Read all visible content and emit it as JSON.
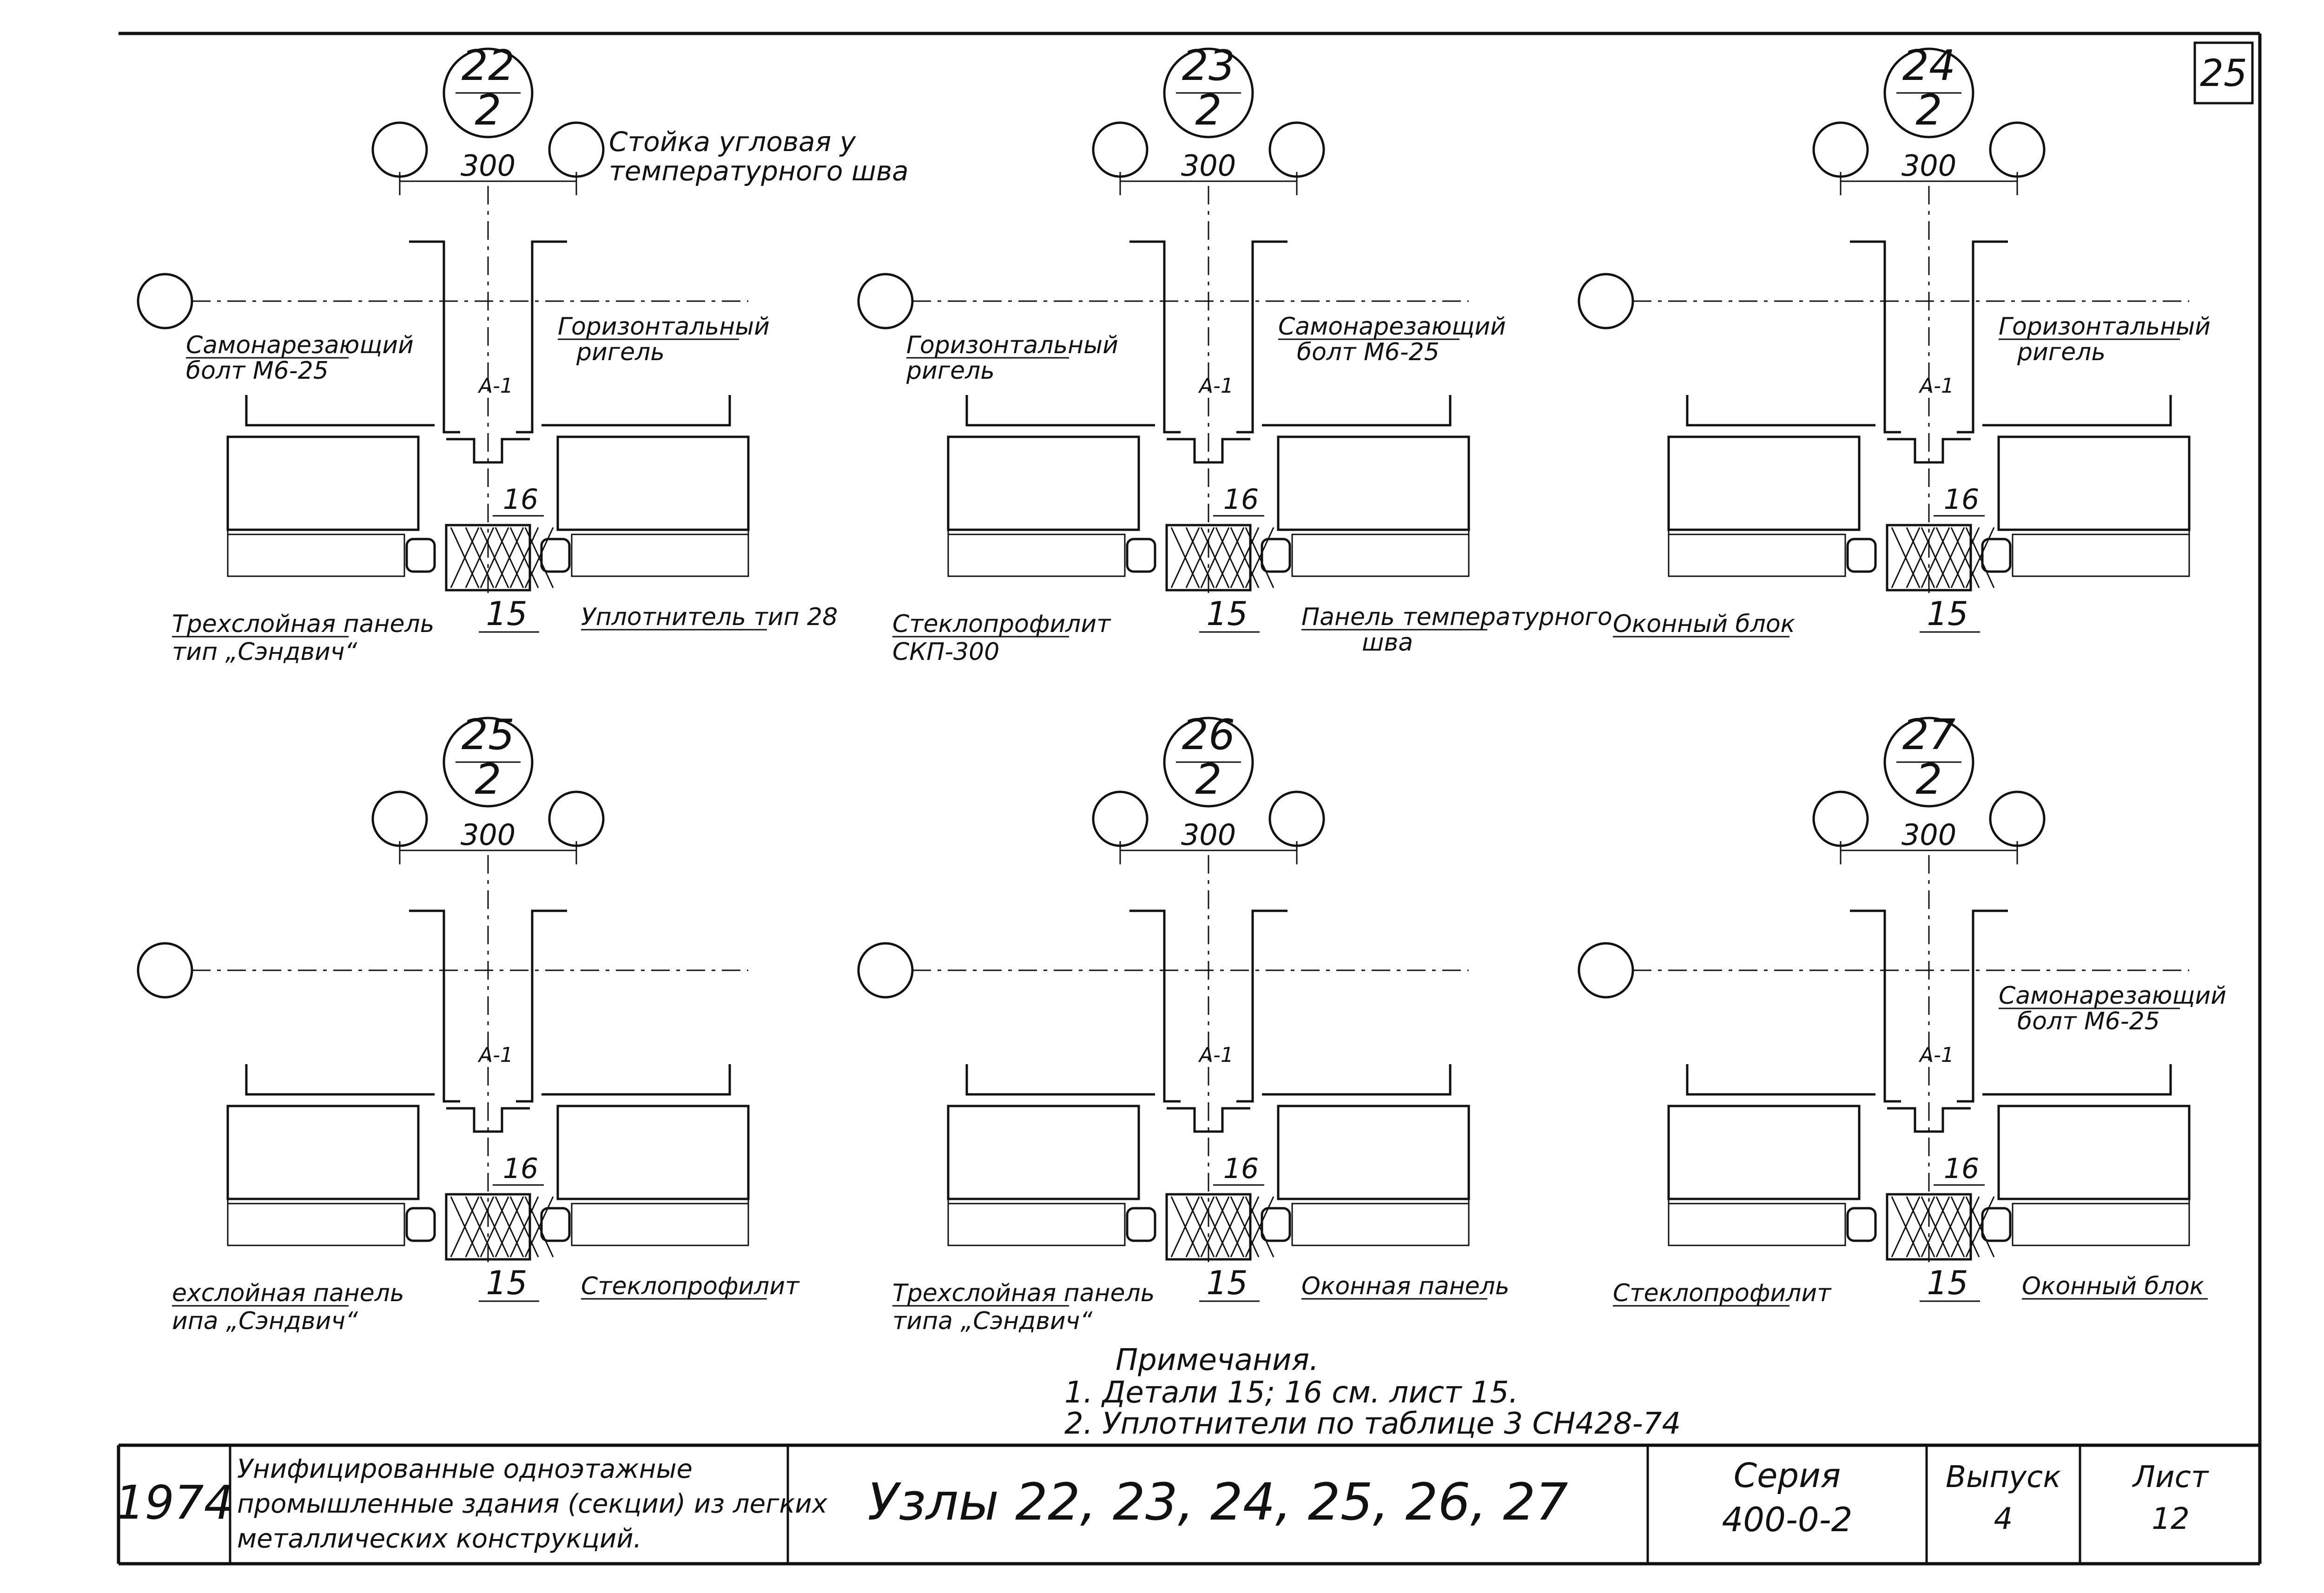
{
  "sheet": {
    "corner_number": "25",
    "border_color": "#111111",
    "paper_color": "#ffffff"
  },
  "details": [
    {
      "id": "22",
      "num": "22",
      "den": "2",
      "dim": "300",
      "weld_tag": "A-1",
      "part_a": "16",
      "part_b": "15",
      "labels": {
        "tl1": "Самонарезающий",
        "tl2": "болт М6-25",
        "tr1": "Горизонтальный",
        "tr2": "ригель",
        "bl1": "Трехслойная панель",
        "bl2": "тип „Сэндвич“",
        "br1": "Уплотнитель тип 28",
        "top1": "Стойка угловая у",
        "top2": "температурного шва"
      }
    },
    {
      "id": "23",
      "num": "23",
      "den": "2",
      "dim": "300",
      "weld_tag": "A-1",
      "part_a": "16",
      "part_b": "15",
      "labels": {
        "tl1": "Горизонтальный",
        "tl2": "ригель",
        "tr1": "Самонарезающий",
        "tr2": "болт М6-25",
        "bl1": "Стеклопрофилит",
        "bl2": "СКП-300",
        "br1": "Панель температурного",
        "br2": "шва"
      }
    },
    {
      "id": "24",
      "num": "24",
      "den": "2",
      "dim": "300",
      "weld_tag": "A-1",
      "part_a": "16",
      "part_b": "15",
      "labels": {
        "tr1": "Горизонтальный",
        "tr2": "ригель",
        "bl1": "Оконный блок"
      }
    },
    {
      "id": "25",
      "num": "25",
      "den": "2",
      "dim": "300",
      "weld_tag": "A-1",
      "part_a": "16",
      "part_b": "15",
      "labels": {
        "bl1": "ехслойная панель",
        "bl2": "ипа „Сэндвич“",
        "br1": "Стеклопрофилит"
      }
    },
    {
      "id": "26",
      "num": "26",
      "den": "2",
      "dim": "300",
      "weld_tag": "A-1",
      "part_a": "16",
      "part_b": "15",
      "labels": {
        "bl1": "Трехслойная панель",
        "bl2": "типа „Сэндвич“",
        "br1": "Оконная панель"
      }
    },
    {
      "id": "27",
      "num": "27",
      "den": "2",
      "dim": "300",
      "weld_tag": "A-1",
      "part_a": "16",
      "part_b": "15",
      "labels": {
        "tr1": "Самонарезающий",
        "tr2": "болт М6-25",
        "bl1": "Стеклопрофилит",
        "br1": "Оконный блок"
      }
    }
  ],
  "notes": {
    "heading": "Примечания.",
    "line1": "1. Детали 15; 16 см. лист 15.",
    "line2": "2. Уплотнители по таблице 3 СН428-74"
  },
  "title_block": {
    "year": "1974",
    "project_line1": "Унифицированные одноэтажные",
    "project_line2": "промышленные здания (секции) из легких",
    "project_line3": "металлических конструкций.",
    "sheet_title": "Узлы 22, 23, 24, 25, 26, 27",
    "series_label": "Серия",
    "series_value": "400-0-2",
    "issue_label": "Выпуск",
    "issue_value": "4",
    "sheet_label": "Лист",
    "sheet_value": "12"
  }
}
